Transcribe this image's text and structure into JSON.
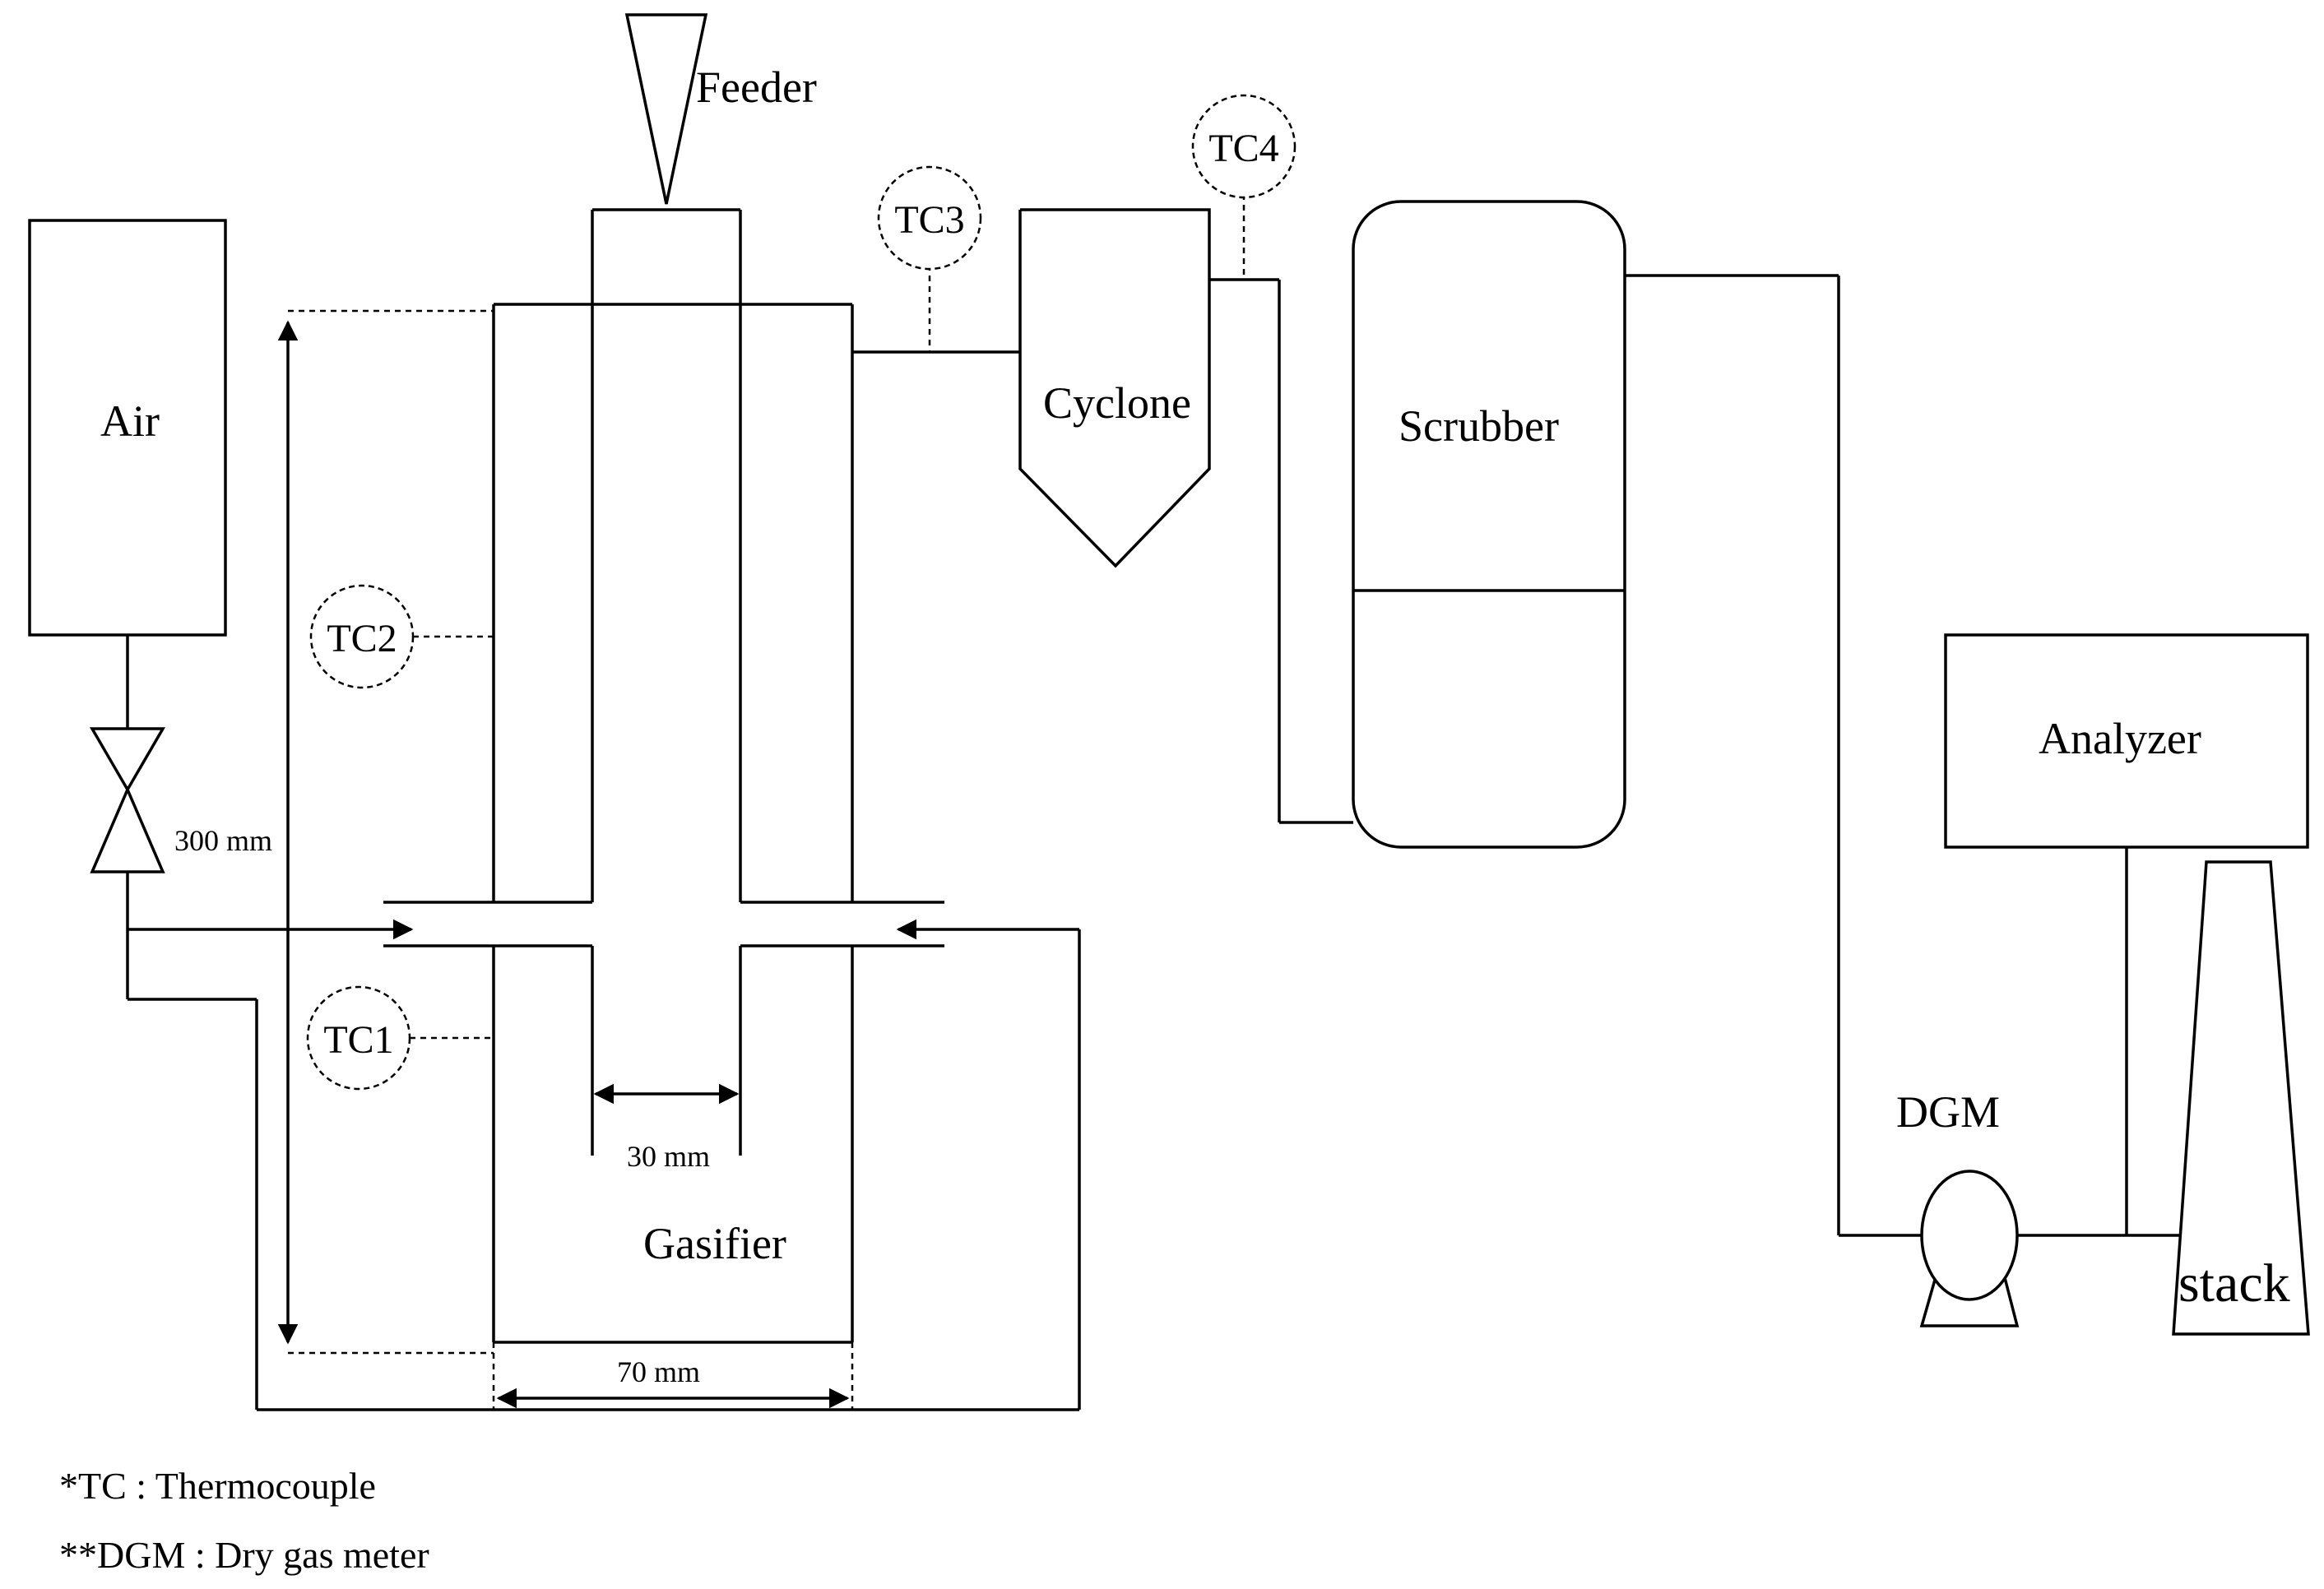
{
  "labels": {
    "feeder": "Feeder",
    "air": "Air",
    "cyclone": "Cyclone",
    "scrubber": "Scrubber",
    "analyzer": "Analyzer",
    "gasifier": "Gasifier",
    "dgm": "DGM",
    "stack": "stack"
  },
  "thermocouples": [
    "TC1",
    "TC2",
    "TC3",
    "TC4"
  ],
  "dimensions": {
    "height": "300 mm",
    "inner_width": "30 mm",
    "outer_width": "70 mm"
  },
  "notes": [
    "*TC : Thermocouple",
    "**DGM : Dry gas meter"
  ]
}
